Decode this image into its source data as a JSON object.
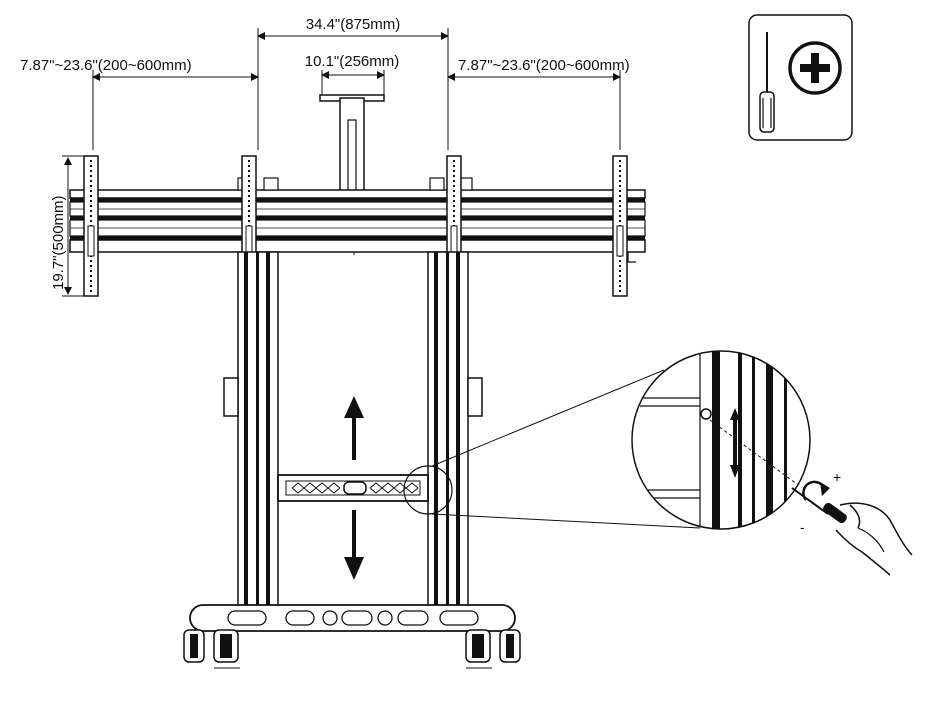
{
  "dimensions": {
    "total_width": "34.4\"(875mm)",
    "left_span": "7.87\"~23.6\"(200~600mm)",
    "right_span": "7.87\"~23.6\"(200~600mm)",
    "center_span": "10.1\"(256mm)",
    "height": "19.7\"(500mm)"
  },
  "tool_icon": "screwdriver-phillips-icon",
  "detail": {
    "plus_sign": "+",
    "minus_sign": "-"
  }
}
